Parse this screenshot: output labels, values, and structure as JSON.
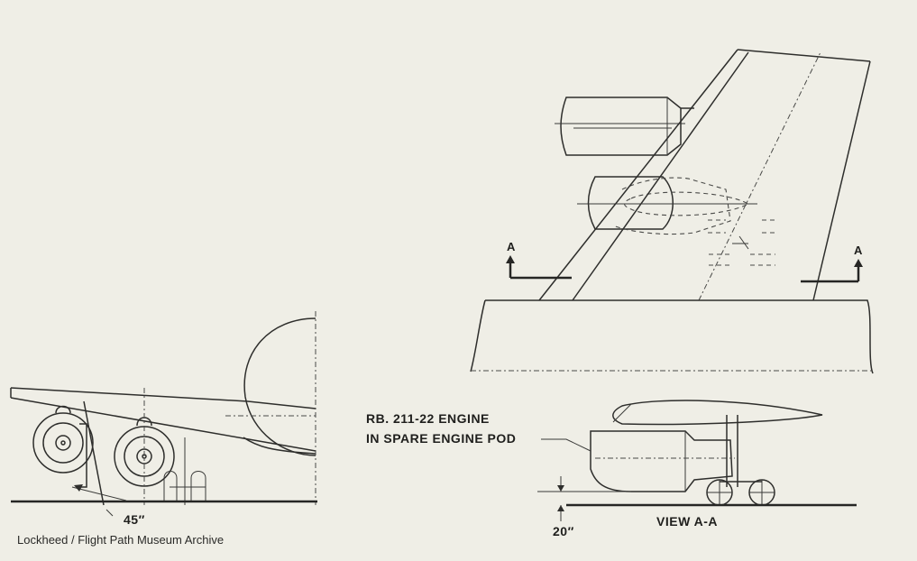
{
  "labels": {
    "engine_title_line1": "RB. 211-22 ENGINE",
    "engine_title_line2": "IN SPARE ENGINE POD",
    "view": "VIEW A-A",
    "angle": "45″",
    "clearance": "20″",
    "section_left": "A",
    "section_right": "A"
  },
  "credit": "Lockheed / Flight Path Museum Archive",
  "colors": {
    "paper": "#efeee6",
    "ink": "#2e2e2c"
  }
}
